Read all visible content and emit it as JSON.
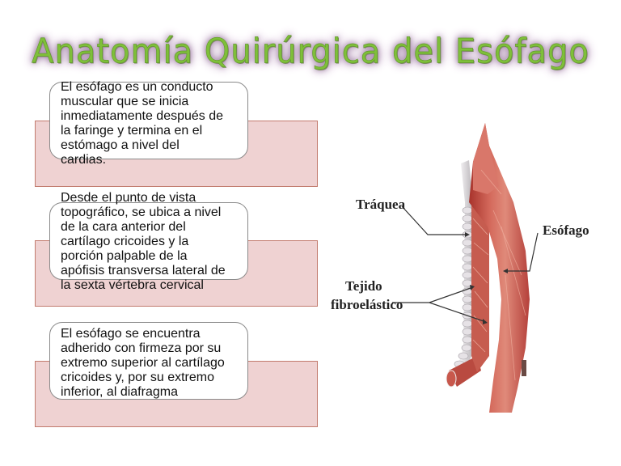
{
  "slide": {
    "title": "Anatomía Quirúrgica del Esófago",
    "colors": {
      "title_fill": "#7fbf3a",
      "title_glow": "#a07fa6",
      "box_fill": "#efd2d2",
      "box_border": "#c27b6e",
      "tissue": "#c9544a"
    },
    "blocks": [
      {
        "text": "El esófago es un conducto\nmuscular que se inicia\ninmediatamente después de\nla faringe y termina en el\nestómago a nivel del\ncardias."
      },
      {
        "text": "Desde el punto de vista\ntopográfico, se ubica a nivel\nde la cara anterior del\ncartílago cricoides y la\nporción palpable de la\napófisis transversa lateral de\nla sexta vértebra cervical"
      },
      {
        "text": "El esófago se encuentra\nadherido con firmeza por su\nextremo superior al cartílago\ncricoides y, por su extremo\ninferior, al diafragma"
      }
    ],
    "figure": {
      "labels": {
        "trachea": "Tráquea",
        "esophagus": "Esófago",
        "tissue_line1": "Tejido",
        "tissue_line2": "fibroelástico"
      }
    }
  }
}
